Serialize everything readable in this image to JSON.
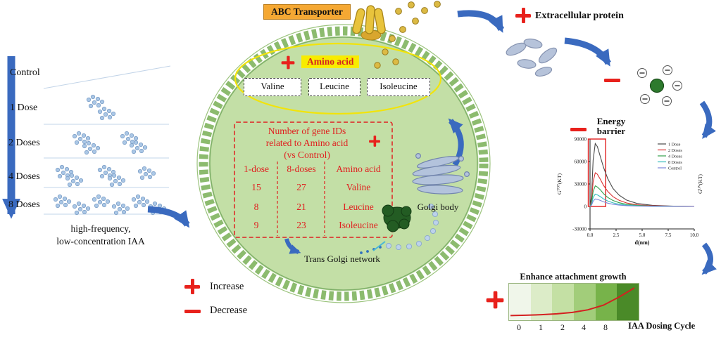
{
  "figure": {
    "left_panel": {
      "doses": [
        {
          "label": "Control"
        },
        {
          "label": "1 Dose"
        },
        {
          "label": "2 Doses"
        },
        {
          "label": "4 Doses"
        },
        {
          "label": "8 Doses"
        }
      ],
      "caption_line1": "high-frequency,",
      "caption_line2": "low-concentration IAA"
    },
    "cell": {
      "abc_transporter_label": "ABC Transporter",
      "amino_acid_label": "Amino acid",
      "amino_acids": [
        {
          "name": "Valine"
        },
        {
          "name": "Leucine"
        },
        {
          "name": "Isoleucine"
        }
      ],
      "gene_table": {
        "title_line1": "Number of gene IDs",
        "title_line2": "related to Amino acid",
        "title_line3": "(vs Control)",
        "columns": [
          {
            "label": "1-dose"
          },
          {
            "label": "8-doses"
          },
          {
            "label": "Amino acid"
          }
        ],
        "rows": [
          {
            "dose1": "15",
            "dose8": "27",
            "amino": "Valine"
          },
          {
            "dose1": "8",
            "dose8": "21",
            "amino": "Leucine"
          },
          {
            "dose1": "9",
            "dose8": "23",
            "amino": "Isoleucine"
          }
        ]
      },
      "golgi_label": "Golgi body",
      "trans_golgi_label": "Trans Golgi network"
    },
    "annotations": {
      "extracellular_label": "Extracellular protein",
      "increase_label": "Increase",
      "decrease_label": "Decrease"
    },
    "colors": {
      "arrow_blue": "#3a6abf",
      "accent_red": "#e02020",
      "cell_green": "#c3dfa6",
      "membrane_green": "#8cbb6e",
      "highlight_yellow": "#f8ec00",
      "abc_orange": "#f5a833"
    }
  },
  "chart_data": [
    {
      "type": "line",
      "title": "Energy barrier",
      "xlabel": "d(nm)",
      "ylabel_left": {
        "base": "G",
        "sup": "TOT",
        "unit": "(KT)"
      },
      "ylabel_right": {
        "base": "G",
        "sup": "LW",
        "unit": "(KT)"
      },
      "xlim": [
        0,
        10
      ],
      "ylim": [
        -30000,
        90000
      ],
      "x_ticks": [
        "0.0",
        "2.5",
        "5.0",
        "7.5",
        "10.0"
      ],
      "y_ticks": [
        "90000",
        "60000",
        "30000",
        "0",
        "-30000"
      ],
      "grid": false,
      "legend_position": "top-right",
      "x": [
        0,
        0.15,
        0.3,
        0.5,
        0.7,
        1.0,
        1.3,
        1.7,
        2.2,
        2.8,
        3.5,
        4.5,
        6,
        8,
        10
      ],
      "series": [
        {
          "name": "1 Dose",
          "color": "#4a4a4a",
          "values": [
            0,
            15000,
            62000,
            84000,
            80000,
            66000,
            52000,
            37000,
            24000,
            15000,
            8500,
            4000,
            1500,
            400,
            100
          ]
        },
        {
          "name": "2 Doses",
          "color": "#d93030",
          "values": [
            0,
            8000,
            33000,
            45000,
            43000,
            36000,
            28000,
            20000,
            13000,
            8200,
            4700,
            2200,
            800,
            250,
            60
          ]
        },
        {
          "name": "4 Doses",
          "color": "#33a04a",
          "values": [
            0,
            5000,
            20000,
            27500,
            26000,
            22000,
            17000,
            12000,
            8000,
            5000,
            2900,
            1300,
            500,
            150,
            40
          ]
        },
        {
          "name": "8 Doses",
          "color": "#35bdbd",
          "values": [
            0,
            3000,
            12000,
            16500,
            15500,
            13000,
            10000,
            7200,
            4800,
            3000,
            1700,
            800,
            300,
            90,
            20
          ]
        },
        {
          "name": "Control",
          "color": "#7b86d9",
          "values": [
            0,
            1800,
            7000,
            10000,
            9500,
            8000,
            6200,
            4400,
            2900,
            1800,
            1050,
            480,
            180,
            60,
            10
          ]
        }
      ],
      "highlight_box": {
        "x": [
          0,
          1.5
        ],
        "y": [
          0,
          90000
        ],
        "color": "#e02020"
      }
    },
    {
      "type": "heatmap",
      "title": "Enhance attachment growth",
      "xlabel": "IAA Dosing Cycle",
      "x_ticks": [
        "0",
        "1",
        "2",
        "4",
        "8"
      ],
      "cell_shades": [
        "#f0f6ea",
        "#dcecc8",
        "#c4e0a4",
        "#a2cd7a",
        "#77b34a",
        "#4a8a28"
      ],
      "curve": {
        "color": "#d42020",
        "values": [
          2,
          2.6,
          3.5,
          5,
          7.5,
          12,
          20,
          34,
          50
        ]
      }
    }
  ]
}
